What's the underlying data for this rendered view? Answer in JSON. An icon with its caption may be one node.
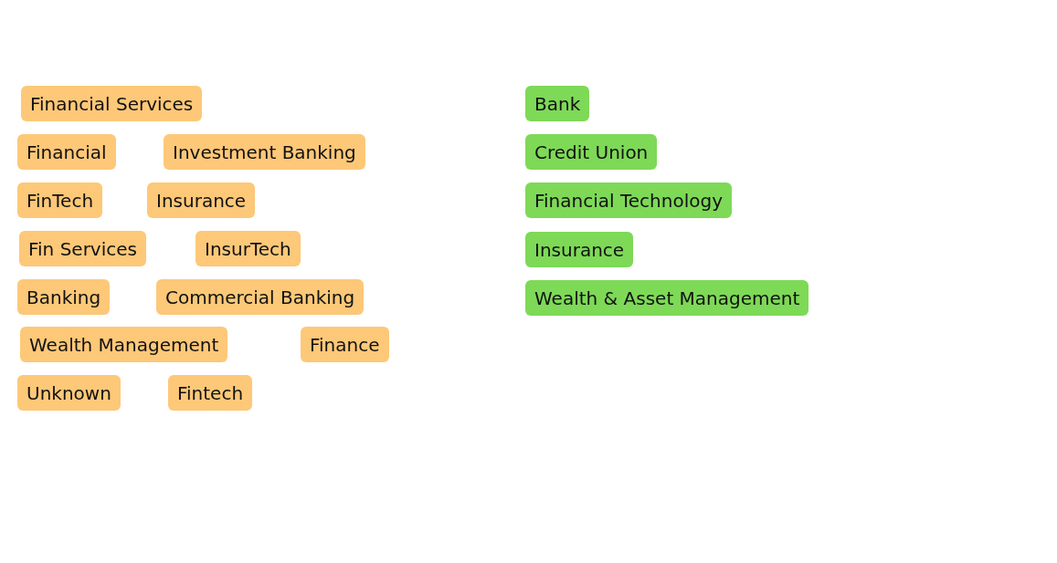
{
  "diagram": {
    "nodes": [
      {
        "text": [
          "Financial Services"
        ]
      },
      {
        "text": [
          "Financial"
        ]
      },
      {
        "text": [
          "Investment Banking"
        ]
      },
      {
        "text": [
          "FinTech"
        ]
      },
      {
        "text": [
          "Insurance"
        ]
      },
      {
        "text": [
          "Fin Services"
        ]
      },
      {
        "text": [
          "InsurTech"
        ]
      },
      {
        "text": [
          "Banking"
        ]
      },
      {
        "text": [
          "Commercial Banking"
        ]
      },
      {
        "text": [
          "Wealth Management"
        ]
      },
      {
        "text": [
          "Finance"
        ]
      },
      {
        "text": [
          "Unknown"
        ]
      },
      {
        "text": [
          "Fintech"
        ]
      },
      {
        "text": [
          "Bank"
        ]
      },
      {
        "text": [
          "Credit Union"
        ]
      },
      {
        "text": [
          "Financial Technology"
        ]
      },
      {
        "text": [
          "Insurance"
        ]
      },
      {
        "text": [
          "Wealth & Asset Management"
        ]
      }
    ]
  }
}
